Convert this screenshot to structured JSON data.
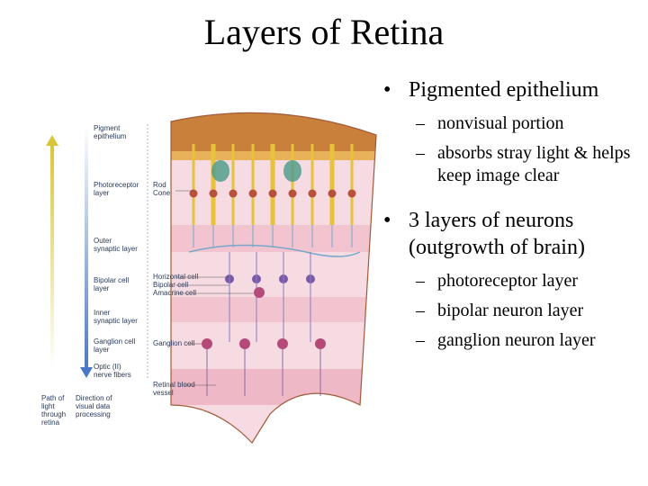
{
  "slide": {
    "title": "Layers of Retina"
  },
  "bullets": [
    {
      "text": "Pigmented epithelium",
      "subs": [
        "nonvisual portion",
        "absorbs stray light & helps keep image clear"
      ]
    },
    {
      "text": "3 layers of neurons (outgrowth of brain)",
      "subs": [
        "photoreceptor layer",
        "bipolar neuron layer",
        "ganglion neuron layer"
      ]
    }
  ],
  "diagram": {
    "left_labels": {
      "pigment_epithelium": [
        "Pigment",
        "epithelium"
      ],
      "photoreceptor_layer": [
        "Photoreceptor",
        "layer"
      ],
      "outer_synaptic": [
        "Outer",
        "synaptic layer"
      ],
      "bipolar_layer": [
        "Bipolar cell",
        "layer"
      ],
      "inner_synaptic": [
        "Inner",
        "synaptic layer"
      ],
      "ganglion_layer": [
        "Ganglion cell",
        "layer"
      ],
      "optic_fibers": [
        "Optic (II)",
        "nerve fibers"
      ]
    },
    "cell_labels": {
      "rod": "Rod",
      "cone": "Cone",
      "horizontal": "Horizontal cell",
      "bipolar": "Bipolar cell",
      "amacrine": "Amacrine cell",
      "ganglion": "Ganglion cell",
      "vessel": [
        "Retinal blood",
        "vessel"
      ]
    },
    "arrow_captions": {
      "light": [
        "Path of",
        "light",
        "through",
        "retina"
      ],
      "processing": [
        "Direction of",
        "visual data",
        "processing"
      ]
    },
    "colors": {
      "light_arrow": "#d9c53a",
      "processing_arrow": "#4a78c8",
      "tissue": "#f2c4cf",
      "epithelium": "#c8803a",
      "rod_cone": "#e8c238",
      "neuron": "#b44a78",
      "vessel": "#c0503a"
    }
  }
}
